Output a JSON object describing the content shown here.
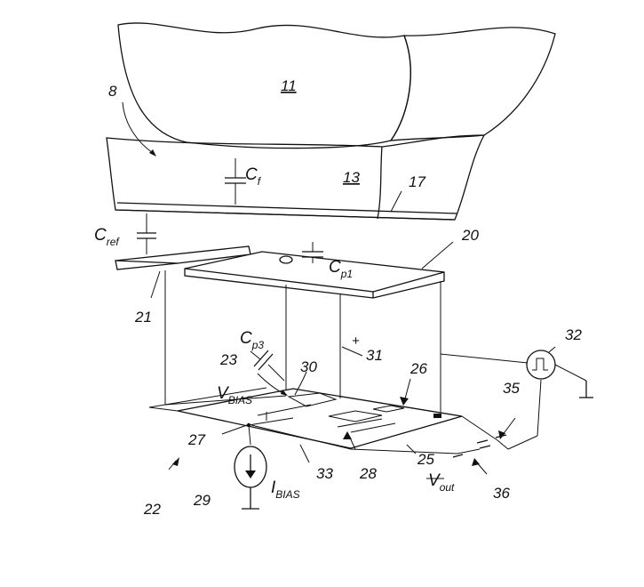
{
  "labels": {
    "finger": "11",
    "surface": "8",
    "dielectric": "13",
    "layer": "17",
    "plate_big": "20",
    "plate_small": "21",
    "circuit": "22",
    "node_a": "23",
    "out_line": "25",
    "amp": "26",
    "node_b": "27",
    "switch": "28",
    "bias_source": "29",
    "node_c": "30",
    "node_d": "31",
    "pulse": "32",
    "gnd_line": "33",
    "switch_b": "35",
    "output": "36"
  },
  "caps": {
    "cf": "C",
    "cf_sub": "f",
    "cref": "C",
    "cref_sub": "ref",
    "cp1": "C",
    "cp1_sub": "p1",
    "cp3": "C",
    "cp3_sub": "p3"
  },
  "signals": {
    "vbias": "V",
    "vbias_sub": "BIAS",
    "ibias": "I",
    "ibias_sub": "BIAS",
    "vout": "V",
    "vout_sub": "out",
    "plus": "+"
  }
}
